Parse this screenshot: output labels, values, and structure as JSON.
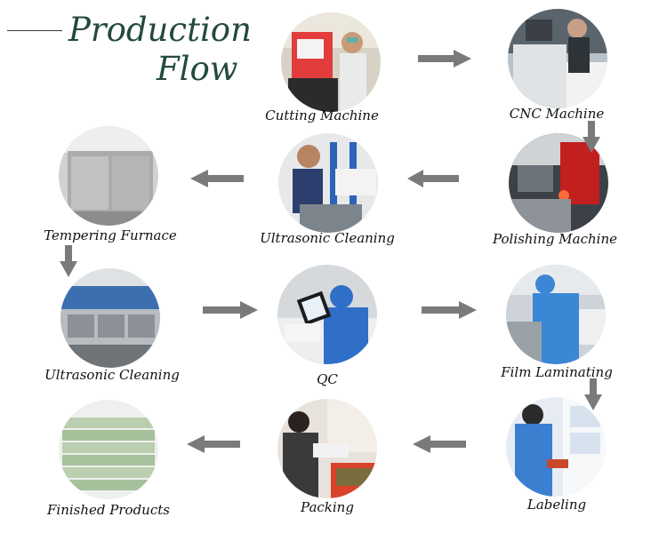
{
  "title": {
    "line1": "Production",
    "line2": "Flow"
  },
  "steps": [
    {
      "label": "Cutting Machine"
    },
    {
      "label": "CNC Machine"
    },
    {
      "label": "Polishing Machine"
    },
    {
      "label": "Ultrasonic Cleaning"
    },
    {
      "label": "Tempering Furnace"
    },
    {
      "label": "Ultrasonic Cleaning"
    },
    {
      "label": "QC"
    },
    {
      "label": "Film Laminating"
    },
    {
      "label": "Labeling"
    },
    {
      "label": "Packing"
    },
    {
      "label": "Finished Products"
    }
  ],
  "colors": {
    "arrow": "#7a7a7a",
    "title": "#234a3a"
  }
}
